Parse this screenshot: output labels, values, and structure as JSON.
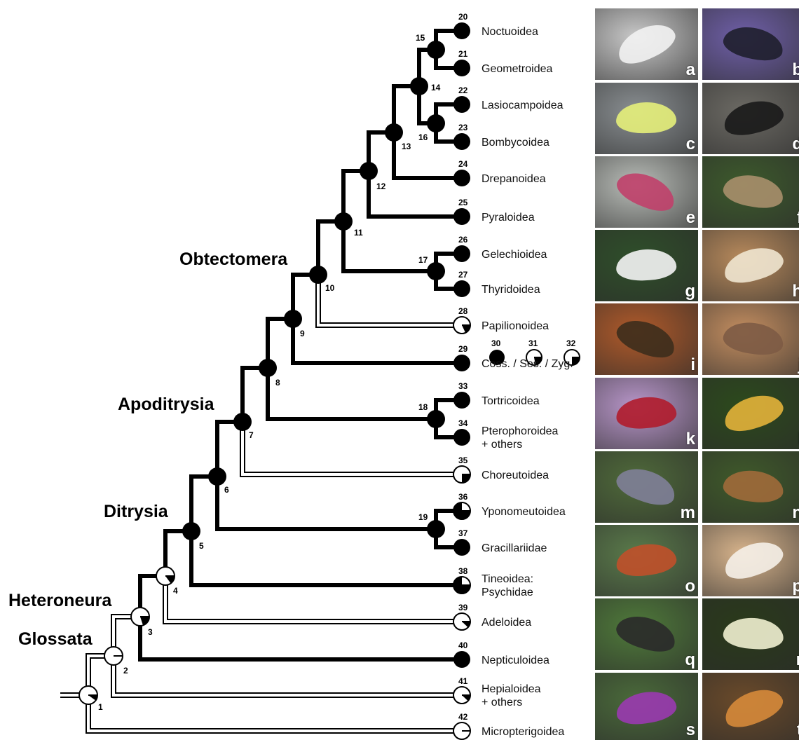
{
  "clades": {
    "obtectomera": "Obtectomera",
    "apoditrysia": "Apoditrysia",
    "ditrysia": "Ditrysia",
    "heteroneura": "Heteroneura",
    "glossata": "Glossata"
  },
  "taxa": [
    {
      "num": "20",
      "label": [
        "Noctuoidea"
      ]
    },
    {
      "num": "21",
      "label": [
        "Geometroidea"
      ]
    },
    {
      "num": "22",
      "label": [
        "Lasiocampoidea"
      ]
    },
    {
      "num": "23",
      "label": [
        "Bombycoidea"
      ]
    },
    {
      "num": "24",
      "label": [
        "Drepanoidea"
      ]
    },
    {
      "num": "25",
      "label": [
        "Pyraloidea"
      ]
    },
    {
      "num": "26",
      "label": [
        "Gelechioidea"
      ]
    },
    {
      "num": "27",
      "label": [
        "Thyridoidea"
      ]
    },
    {
      "num": "28",
      "label": [
        "Papilionoidea"
      ]
    },
    {
      "num": "29",
      "label": [
        "Coss. / Ses. / Zyg."
      ]
    },
    {
      "num": "33",
      "label": [
        "Tortricoidea"
      ]
    },
    {
      "num": "34",
      "label": [
        "Pterophoroidea",
        "+ others"
      ]
    },
    {
      "num": "35",
      "label": [
        "Choreutoidea"
      ]
    },
    {
      "num": "36",
      "label": [
        "Yponomeutoidea"
      ]
    },
    {
      "num": "37",
      "label": [
        "Gracillariidae"
      ]
    },
    {
      "num": "38",
      "label": [
        "Tineoidea:",
        "Psychidae"
      ]
    },
    {
      "num": "39",
      "label": [
        "Adeloidea"
      ]
    },
    {
      "num": "40",
      "label": [
        "Nepticuloidea"
      ]
    },
    {
      "num": "41",
      "label": [
        "Hepialoidea",
        "+ others"
      ]
    },
    {
      "num": "42",
      "label": [
        "Micropterigoidea"
      ]
    }
  ],
  "node_numbers": [
    "1",
    "2",
    "3",
    "4",
    "5",
    "6",
    "7",
    "8",
    "9",
    "10",
    "11",
    "12",
    "13",
    "14",
    "15",
    "16",
    "17",
    "18",
    "19"
  ],
  "subnodes": [
    "30",
    "31",
    "32"
  ],
  "photo_letters": [
    "a",
    "b",
    "c",
    "d",
    "e",
    "f",
    "g",
    "h",
    "i",
    "j",
    "k",
    "l",
    "m",
    "n",
    "o",
    "p",
    "q",
    "r",
    "s",
    "t"
  ]
}
